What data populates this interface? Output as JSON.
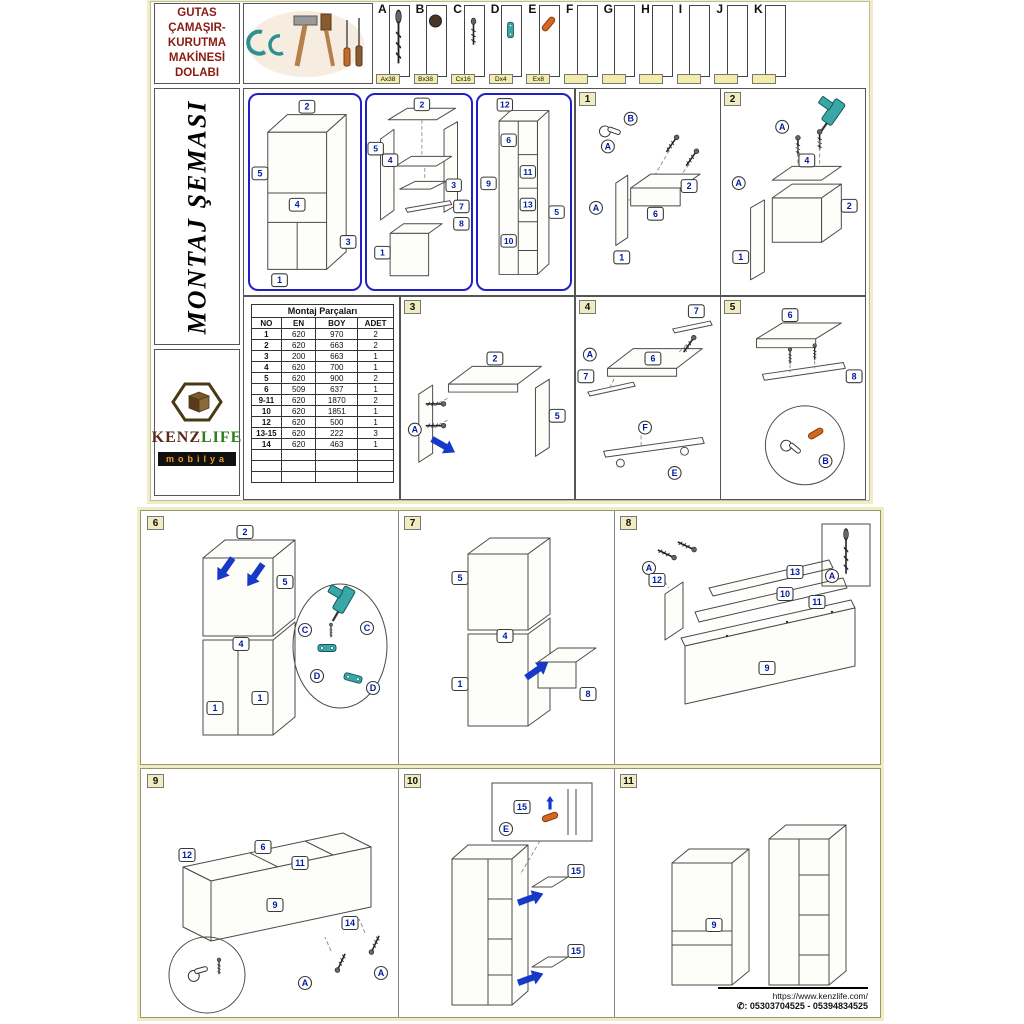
{
  "header": {
    "title_lines": [
      "GUTAS",
      "ÇAMAŞIR-",
      "KURUTMA",
      "MAKİNESİ",
      "DOLABI"
    ],
    "hardware": [
      {
        "letter": "A",
        "tag": "Ax38"
      },
      {
        "letter": "B",
        "tag": "Bx38"
      },
      {
        "letter": "C",
        "tag": "Cx16"
      },
      {
        "letter": "D",
        "tag": "Dx4"
      },
      {
        "letter": "E",
        "tag": "Ex8"
      },
      {
        "letter": "F",
        "tag": ""
      },
      {
        "letter": "G",
        "tag": ""
      },
      {
        "letter": "H",
        "tag": ""
      },
      {
        "letter": "I",
        "tag": ""
      },
      {
        "letter": "J",
        "tag": ""
      },
      {
        "letter": "K",
        "tag": ""
      }
    ]
  },
  "sidebar": {
    "schema_title": "MONTAJ ŞEMASI",
    "logo": {
      "brand_kenz": "KENZ",
      "brand_life": "LIFE",
      "sub": "mobilya"
    }
  },
  "parts_table": {
    "title": "Montaj Parçaları",
    "headers": [
      "NO",
      "EN",
      "BOY",
      "ADET"
    ],
    "rows": [
      [
        "1",
        "620",
        "970",
        "2"
      ],
      [
        "2",
        "620",
        "663",
        "2"
      ],
      [
        "3",
        "200",
        "663",
        "1"
      ],
      [
        "4",
        "620",
        "700",
        "1"
      ],
      [
        "5",
        "620",
        "900",
        "2"
      ],
      [
        "6",
        "509",
        "637",
        "1"
      ],
      [
        "9-11",
        "620",
        "1870",
        "2"
      ],
      [
        "10",
        "620",
        "1851",
        "1"
      ],
      [
        "12",
        "620",
        "500",
        "1"
      ],
      [
        "13-15",
        "620",
        "222",
        "3"
      ],
      [
        "14",
        "620",
        "463",
        "1"
      ],
      [
        "",
        "",
        "",
        ""
      ],
      [
        "",
        "",
        "",
        ""
      ],
      [
        "",
        "",
        "",
        ""
      ]
    ]
  },
  "steps": [
    "1",
    "2",
    "3",
    "4",
    "5",
    "6",
    "7",
    "8",
    "9",
    "10",
    "11"
  ],
  "callouts": {
    "p1": [
      "2",
      "5",
      "4",
      "3",
      "1"
    ],
    "p2": [
      "2",
      "5",
      "4",
      "3",
      "7",
      "8",
      "1"
    ],
    "p3": [
      "12",
      "9",
      "6",
      "11",
      "13",
      "10",
      "5"
    ],
    "s1": [
      "B",
      "A",
      "2",
      "6",
      "1",
      "A"
    ],
    "s2": [
      "A",
      "4",
      "2",
      "1",
      "A"
    ],
    "s3": [
      "A",
      "2",
      "5"
    ],
    "s4": [
      "7",
      "6",
      "7",
      "A",
      "F",
      "E"
    ],
    "s5": [
      "6",
      "8",
      "B"
    ],
    "s6": [
      "2",
      "5",
      "4",
      "1",
      "1",
      "C",
      "D",
      "C",
      "D"
    ],
    "s7": [
      "5",
      "4",
      "1",
      "8"
    ],
    "s8": [
      "A",
      "12",
      "13",
      "10",
      "11",
      "9",
      "A"
    ],
    "s9": [
      "12",
      "6",
      "11",
      "9",
      "14",
      "A",
      "A"
    ],
    "s10": [
      "15",
      "E",
      "15",
      "15"
    ],
    "s11": [
      "9"
    ]
  },
  "footer": {
    "url": "https://www.kenzlife.com/",
    "phone": ": 05303704525 - 05394834525"
  }
}
